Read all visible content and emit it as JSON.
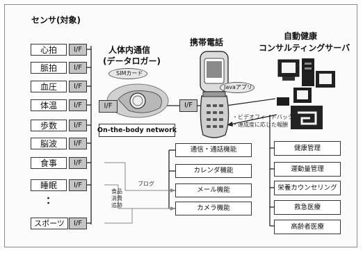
{
  "sensors": {
    "title": "センサ(対象)",
    "items": [
      "心拍",
      "脈拍",
      "血圧",
      "体温",
      "歩数",
      "脳波",
      "食事",
      "睡眠",
      "：",
      "スポーツ"
    ],
    "if_label": "I/F"
  },
  "body_comm": {
    "title_line1": "人体内通信",
    "title_line2": "(データロガー)",
    "sim_label": "SIMカード",
    "if_label": "I/F",
    "network_label": "On-the-body network"
  },
  "phone": {
    "title": "携帯電話",
    "java_label": "Javaアプリ",
    "if_label": "I/F",
    "feedback_line1": "・ビデオフィードバック",
    "feedback_line2": "・達成度に応じた報酬"
  },
  "phone_functions": [
    "通信・通話機能",
    "カレンダ機能",
    "メール機能",
    "カメラ機能"
  ],
  "server": {
    "title_line1": "自動健康",
    "title_line2": "コンサルティングサーバ",
    "services": [
      "健康管理",
      "運動量管理",
      "栄養カウンセリング",
      "救急医療",
      "高齢者医療"
    ]
  },
  "annotations": {
    "blog": "ブログ",
    "food_line1": "食品",
    "food_line2": "消費",
    "food_line3": "追跡"
  }
}
